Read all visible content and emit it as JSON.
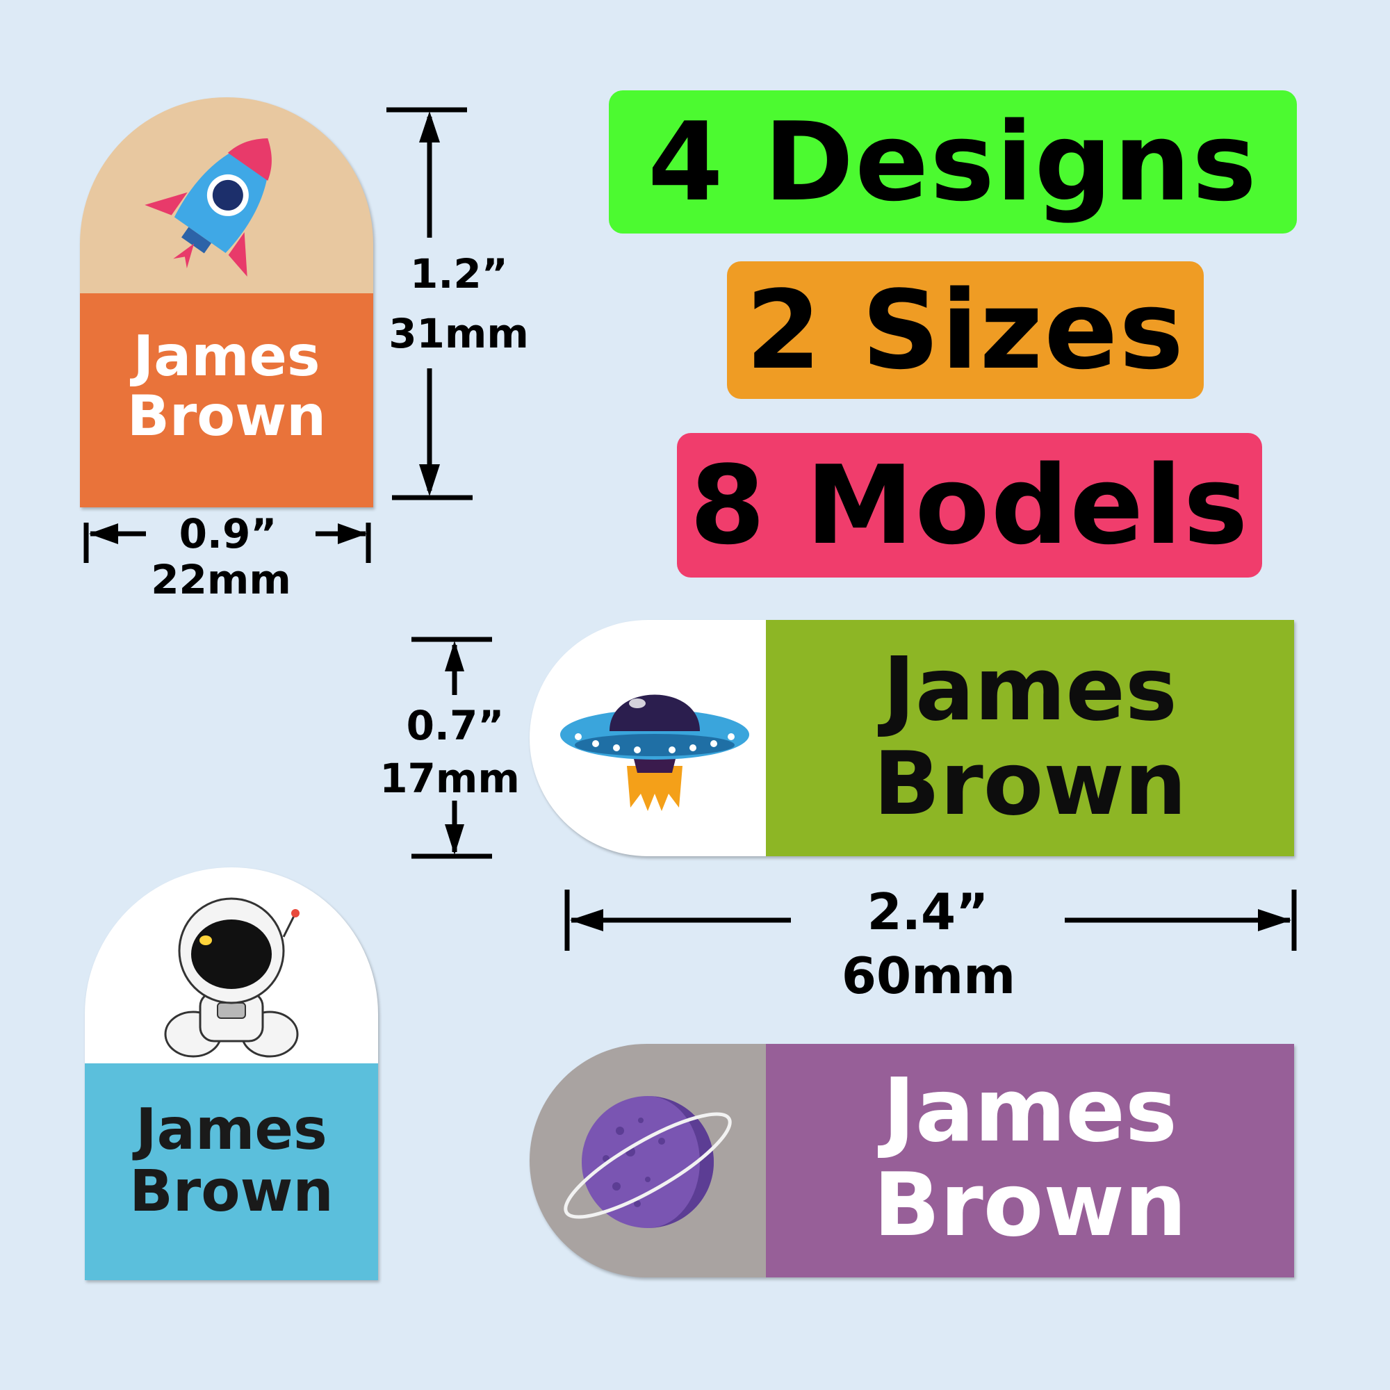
{
  "headline": {
    "designs": "4 Designs",
    "sizes": "2 Sizes",
    "models": "8 Models"
  },
  "labels": {
    "name_first": "James",
    "name_last": "Brown"
  },
  "dimensions": {
    "large_height_in": "1.2”",
    "large_height_mm": "31mm",
    "large_width_in": "0.9”",
    "large_width_mm": "22mm",
    "small_height_in": "0.7”",
    "small_height_mm": "17mm",
    "small_width_in": "2.4”",
    "small_width_mm": "60mm"
  },
  "colors": {
    "background": "#ddeaf6",
    "designs_badge": "#4cfa30",
    "sizes_badge": "#ef9c24",
    "models_badge": "#f03d6c",
    "rocket_label": "#e9733a",
    "astronaut_label": "#5bbfdc",
    "ufo_label": "#8db625",
    "planet_label": "#975f98"
  },
  "icons": [
    "rocket-icon",
    "astronaut-icon",
    "ufo-icon",
    "planet-icon"
  ]
}
